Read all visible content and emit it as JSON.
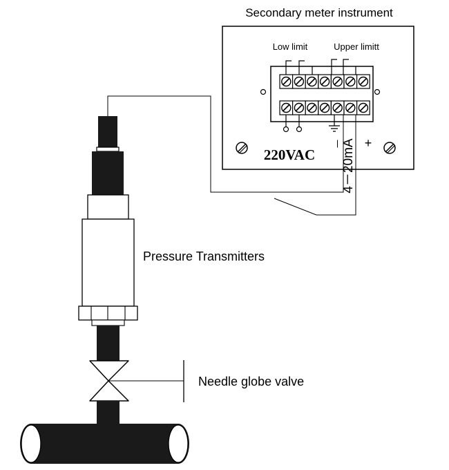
{
  "labels": {
    "instrument_title": "Secondary meter instrument",
    "low_limit": "Low limit",
    "upper_limit": "Upper limitt",
    "voltage": "220VAC",
    "current_range": "4－20mA",
    "minus": "－",
    "plus": "+",
    "transmitter": "Pressure Transmitters",
    "valve": "Needle globe valve"
  },
  "colors": {
    "stroke": "#000000",
    "body_dark": "#1a1a1a",
    "background": "#ffffff"
  },
  "terminal_rows": 2,
  "terminals_per_row": 7
}
